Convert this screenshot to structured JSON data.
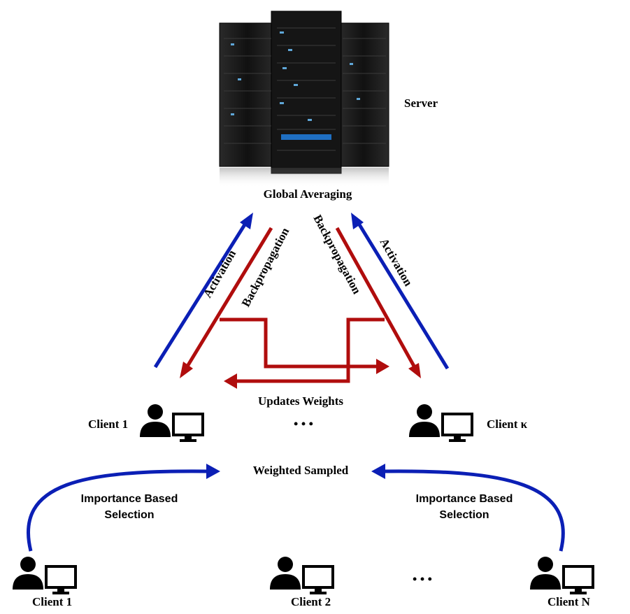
{
  "server": {
    "label": "Server",
    "caption": "Global Averaging",
    "icon": "server-rack-icon"
  },
  "arrows": {
    "left_up": "Activation",
    "left_down": "Backpropagation",
    "right_down": "Backpropagation",
    "right_up": "Activation",
    "updates": "Updates Weights"
  },
  "selected_clients": {
    "left": "Client 1",
    "ellipsis": "• • •",
    "right": "Client κ"
  },
  "sampling": {
    "center": "Weighted Sampled",
    "left_line1": "Importance Based",
    "left_line2": "Selection",
    "right_line1": "Importance Based",
    "right_line2": "Selection"
  },
  "pool_clients": {
    "c1": "Client 1",
    "c2": "Client 2",
    "ellipsis": "• • •",
    "cn": "Client N"
  },
  "colors": {
    "activation": "#0b1fb5",
    "backprop": "#b00d0d",
    "icon": "#000000",
    "server_body": "#1a1a1a"
  }
}
